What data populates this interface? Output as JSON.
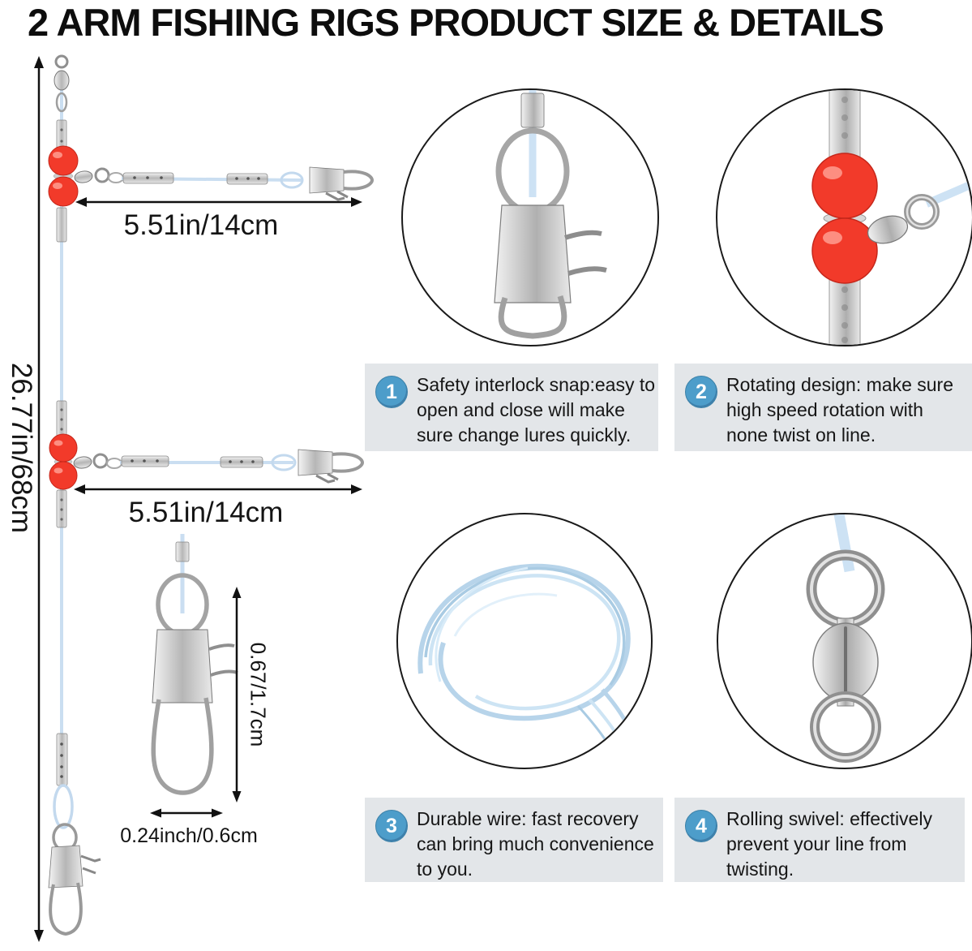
{
  "title": "2 ARM FISHING RIGS PRODUCT SIZE & DETAILS",
  "colors": {
    "badge_blue": "#4d9dca",
    "callout_box_gray": "#e3e6e9",
    "bead_red": "#f23a2a",
    "line_blue": "#cadef1",
    "text_black": "#111111"
  },
  "diagram": {
    "total_length_label": "26.77in/68cm",
    "arm1_length_label": "5.51in/14cm",
    "arm2_length_label": "5.51in/14cm",
    "snap_height_label": "0.67/1.7cm",
    "snap_width_label": "0.24inch/0.6cm"
  },
  "details": {
    "circle1": "safety-interlock-snap-photo",
    "circle2": "rotating-beads-swivel-photo",
    "circle3": "durable-wire-line-photo",
    "circle4": "rolling-swivel-photo"
  },
  "callouts": [
    {
      "number": "1",
      "text": "Safety interlock snap:easy to\nopen and close will make\nsure change lures quickly."
    },
    {
      "number": "2",
      "text": "Rotating design: make sure\nhigh speed rotation with\nnone twist on line."
    },
    {
      "number": "3",
      "text": "Durable wire: fast recovery\ncan bring much convenience\nto you."
    },
    {
      "number": "4",
      "text": "Rolling swivel: effectively\nprevent your line from\ntwisting."
    }
  ]
}
